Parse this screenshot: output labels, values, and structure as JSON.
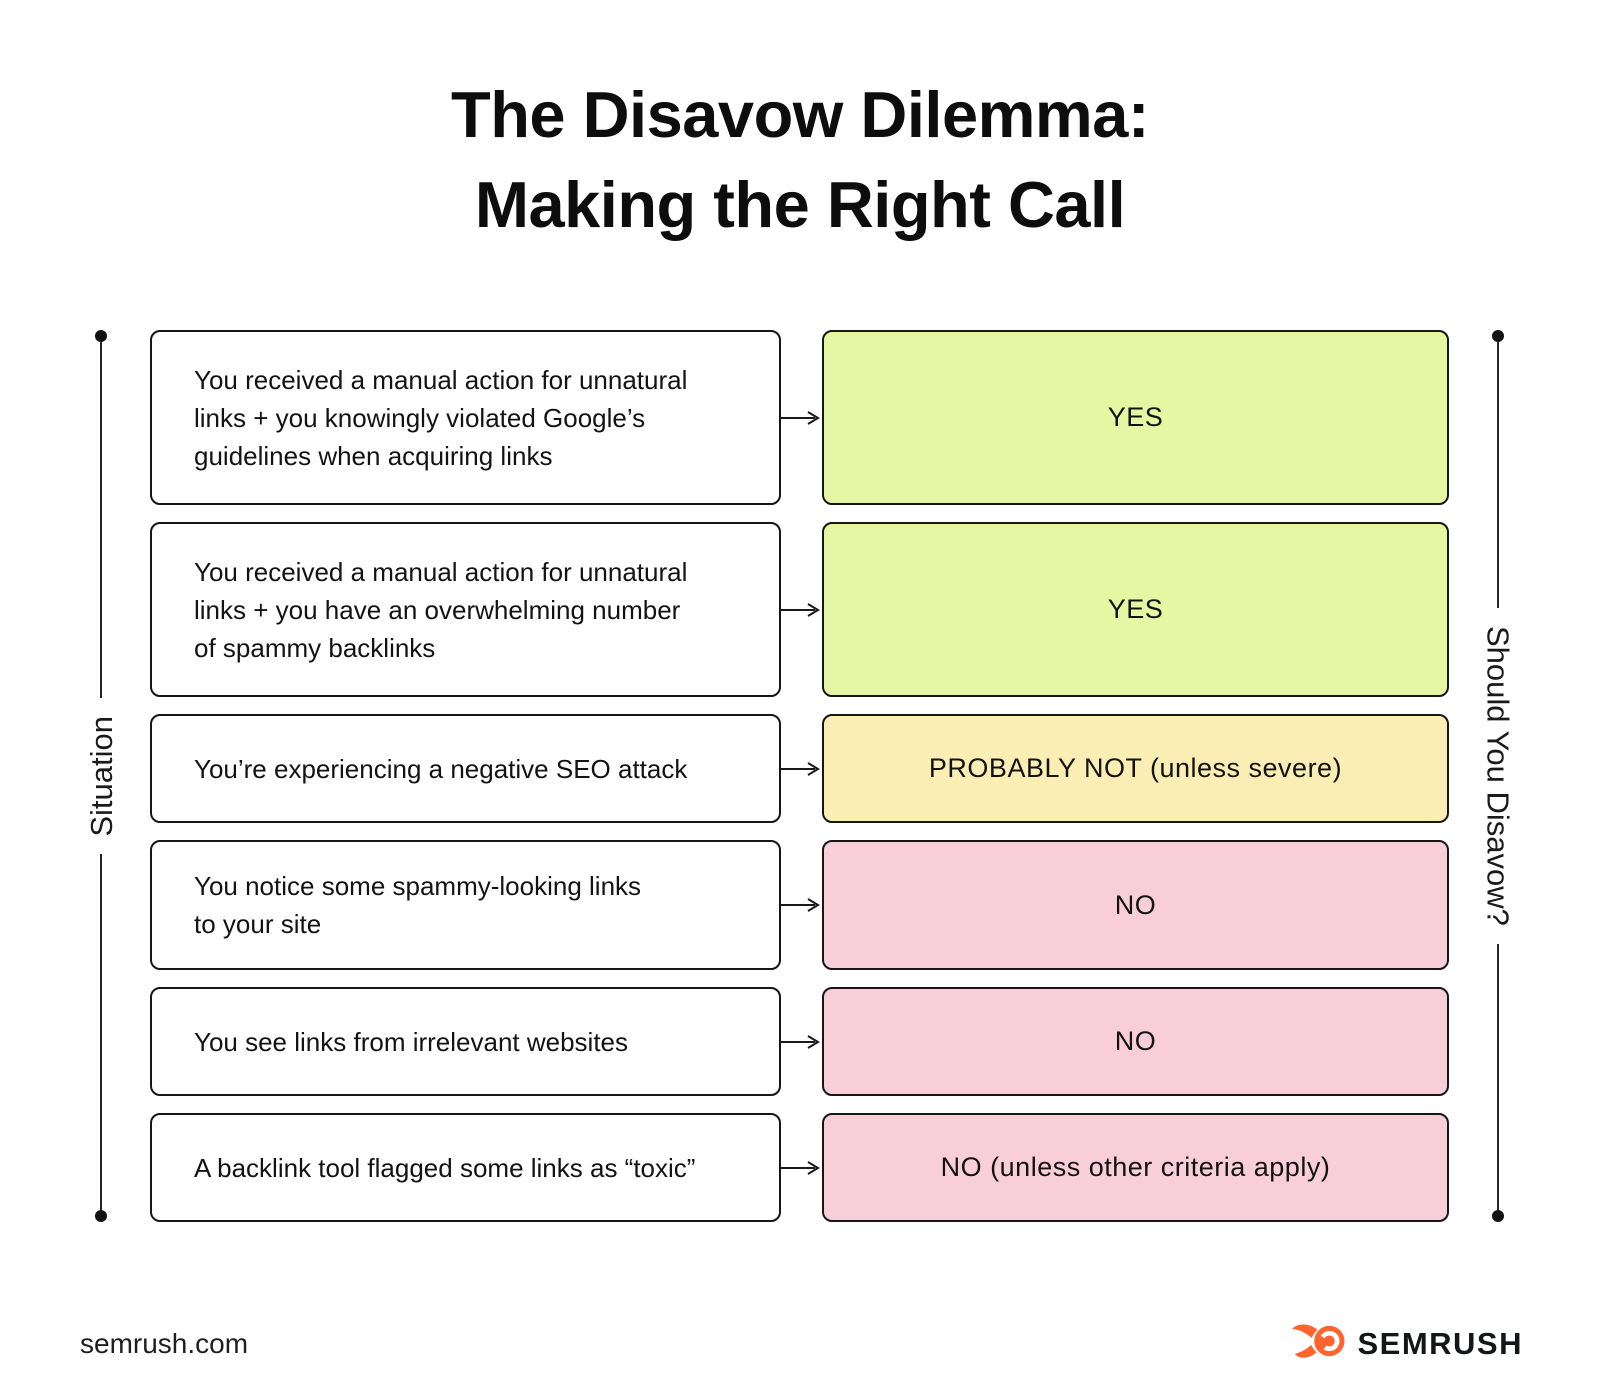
{
  "title": {
    "line1": "The Disavow Dilemma:",
    "line2": "Making the Right Call"
  },
  "axes": {
    "left_label": "Situation",
    "right_label": "Should You Disavow?"
  },
  "rows": [
    {
      "situation": "You received a manual action for unnatural\nlinks + you knowingly violated Google’s\nguidelines when acquiring links",
      "answer": "YES",
      "verdict": "yes"
    },
    {
      "situation": "You received a manual action for unnatural\nlinks + you have an overwhelming number\nof spammy backlinks",
      "answer": "YES",
      "verdict": "yes"
    },
    {
      "situation": "You’re experiencing a negative SEO attack",
      "answer": "PROBABLY NOT (unless severe)",
      "verdict": "probably-not"
    },
    {
      "situation": "You notice some spammy-looking links\nto your site",
      "answer": "NO",
      "verdict": "no"
    },
    {
      "situation": "You see links from irrelevant websites",
      "answer": "NO",
      "verdict": "no"
    },
    {
      "situation": "A backlink tool flagged some links as “toxic”",
      "answer": "NO (unless other criteria apply)",
      "verdict": "no"
    }
  ],
  "colors": {
    "yes": "#e6f6a2",
    "probably_not": "#fbeeb4",
    "no": "#f8cfd8",
    "line": "#1a1a1a",
    "brand_orange": "#ff642d",
    "logo_text": "#15161a"
  },
  "footer": {
    "website": "semrush.com",
    "logo_text": "SEMRUSH"
  }
}
